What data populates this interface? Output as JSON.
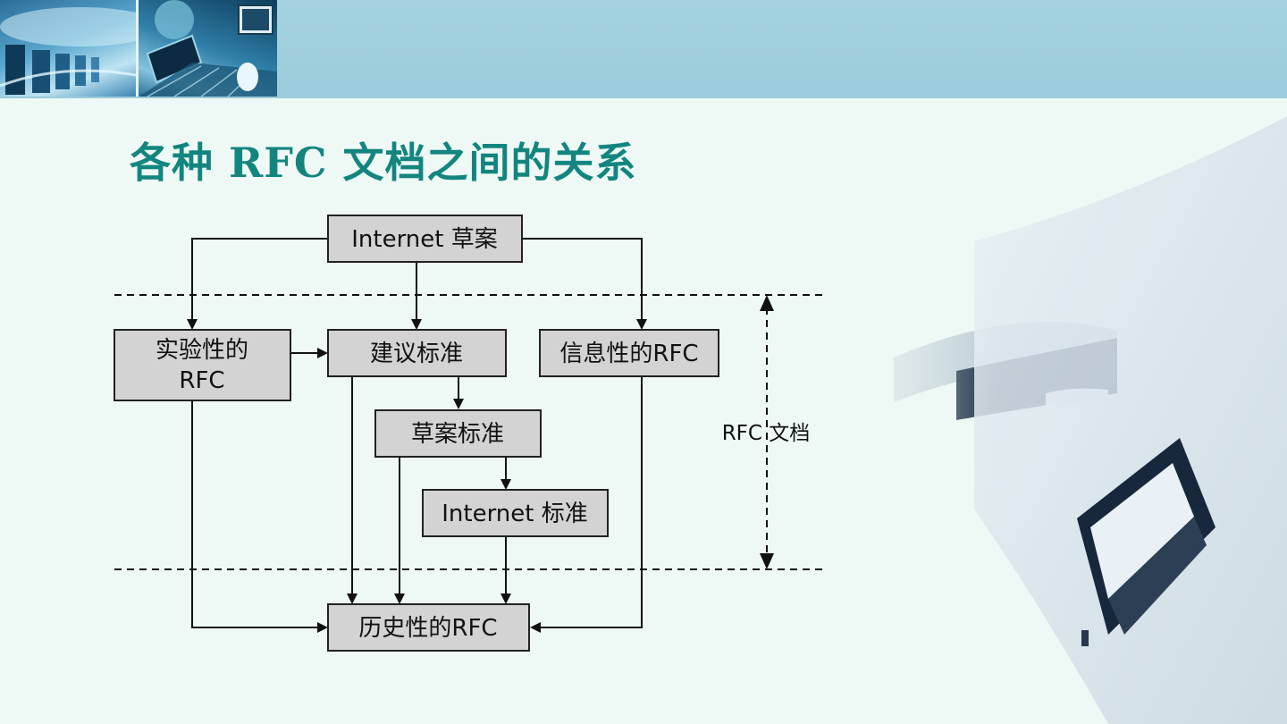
{
  "title": "各种 RFC 文档之间的关系",
  "diagram": {
    "nodes": {
      "draft": "Internet  草案",
      "experimental_l1": "实验性的",
      "experimental_l2": "RFC",
      "proposed": "建议标准",
      "informational": "信息性的RFC",
      "draft_standard": "草案标准",
      "internet_standard": "Internet  标准",
      "historic": "历史性的RFC"
    },
    "range_label": "RFC 文档"
  }
}
